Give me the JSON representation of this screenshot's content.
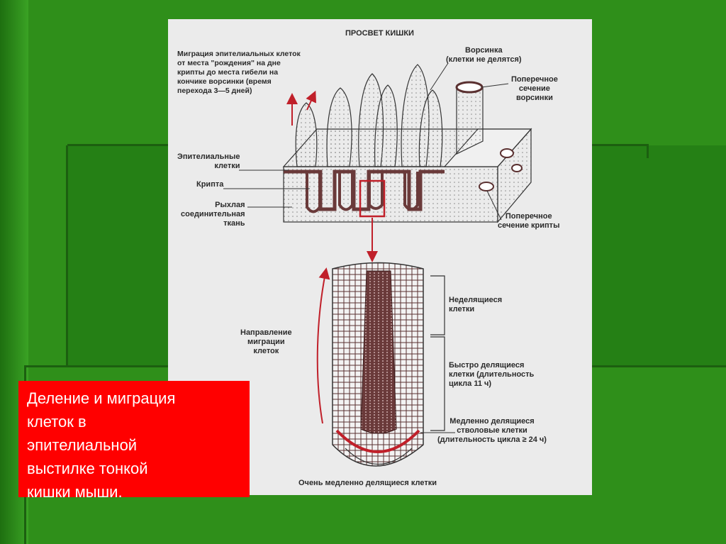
{
  "slide": {
    "caption": "Деление и миграция\nклеток в\nэпителиальной\nвыстилке тонкой\nкишки мыши."
  },
  "figure": {
    "title": "ПРОСВЕТ КИШКИ",
    "labels": {
      "migration": "Миграция эпителиальных клеток\nот места  \"рождения\" на дне\nкрипты до места гибели на\nкончике ворсинки (время\nперехода 3—5 дней)",
      "villus": "Ворсинка\n(клетки не делятся)",
      "villus_section": "Поперечное\nсечение\nворсинки",
      "epithelial_cells": "Эпителиальные\nклетки",
      "crypt": "Крипта",
      "connective_tissue": "Рыхлая\nсоединительная\nткань",
      "crypt_section": "Поперечное\nсечение крипты",
      "migration_direction": "Направление\nмиграции\nклеток",
      "non_dividing": "Неделящиеся\nклетки",
      "fast_dividing": "Быстро делящиеся\nклетки  (длительность\nцикла 11 ч)",
      "slow_dividing": "Медленно делящиеся\nстволовые клетки\n(длительность цикла ≥ 24 ч)",
      "very_slow": "Очень медленно делящиеся клетки"
    }
  },
  "colors": {
    "background": "#2f8f1a",
    "caption_bg": "#ff0000",
    "caption_text": "#ffffff",
    "highlight": "#c0202a",
    "tissue": "#7a4a4a"
  }
}
